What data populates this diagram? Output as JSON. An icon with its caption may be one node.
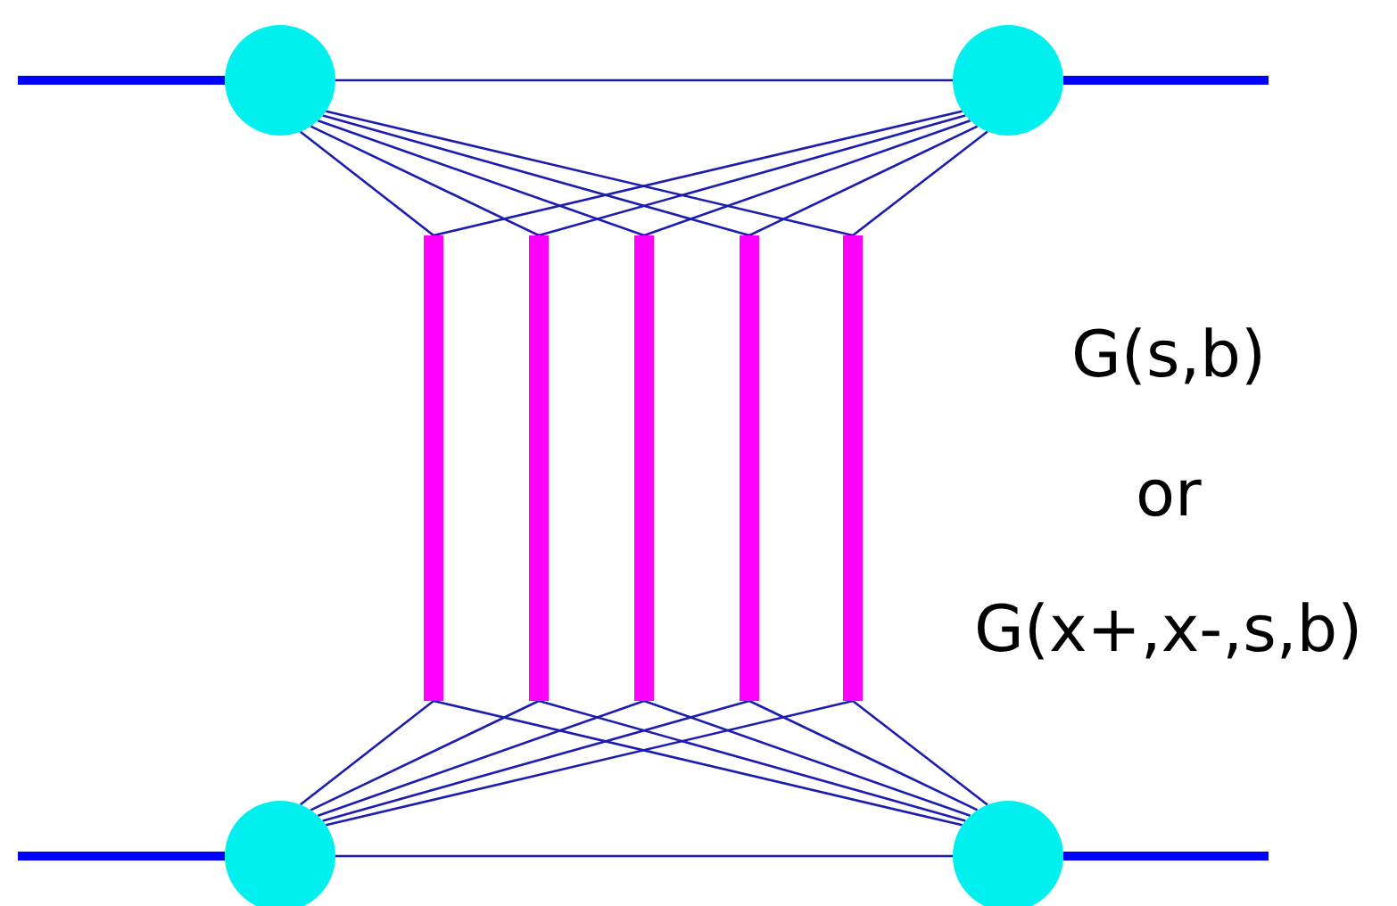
{
  "diagram": {
    "nodes": [
      {
        "text": [],
        "shape": "circle"
      },
      {
        "text": [],
        "shape": "circle"
      },
      {
        "text": [],
        "shape": "bar"
      },
      {
        "text": [],
        "shape": "bar"
      },
      {
        "text": [],
        "shape": "bar"
      },
      {
        "text": [],
        "shape": "bar"
      },
      {
        "text": [],
        "shape": "bar"
      },
      {
        "text": [],
        "shape": "circle"
      },
      {
        "text": [],
        "shape": "circle"
      }
    ],
    "edges": [
      {
        "from": null,
        "to": 0,
        "arrow": "none",
        "style": "thick",
        "color": "#0000ff"
      },
      {
        "from": 1,
        "to": null,
        "arrow": "none",
        "style": "thick",
        "color": "#0000ff"
      },
      {
        "from": null,
        "to": 7,
        "arrow": "none",
        "style": "thick",
        "color": "#0000ff"
      },
      {
        "from": 8,
        "to": null,
        "arrow": "none",
        "style": "thick",
        "color": "#0000ff"
      },
      {
        "from": 0,
        "to": 1,
        "arrow": "none"
      },
      {
        "from": 0,
        "to": 2,
        "arrow": "none"
      },
      {
        "from": 0,
        "to": 3,
        "arrow": "none"
      },
      {
        "from": 0,
        "to": 4,
        "arrow": "none"
      },
      {
        "from": 0,
        "to": 5,
        "arrow": "none"
      },
      {
        "from": 0,
        "to": 6,
        "arrow": "none"
      },
      {
        "from": 1,
        "to": 2,
        "arrow": "none"
      },
      {
        "from": 1,
        "to": 3,
        "arrow": "none"
      },
      {
        "from": 1,
        "to": 4,
        "arrow": "none"
      },
      {
        "from": 1,
        "to": 5,
        "arrow": "none"
      },
      {
        "from": 1,
        "to": 6,
        "arrow": "none"
      },
      {
        "from": 7,
        "to": 8,
        "arrow": "none"
      },
      {
        "from": 7,
        "to": 2,
        "arrow": "none"
      },
      {
        "from": 7,
        "to": 3,
        "arrow": "none"
      },
      {
        "from": 7,
        "to": 4,
        "arrow": "none"
      },
      {
        "from": 7,
        "to": 5,
        "arrow": "none"
      },
      {
        "from": 7,
        "to": 6,
        "arrow": "none"
      },
      {
        "from": 8,
        "to": 2,
        "arrow": "none"
      },
      {
        "from": 8,
        "to": 3,
        "arrow": "none"
      },
      {
        "from": 8,
        "to": 4,
        "arrow": "none"
      },
      {
        "from": 8,
        "to": 5,
        "arrow": "none"
      },
      {
        "from": 8,
        "to": 6,
        "arrow": "none"
      }
    ],
    "labels": [
      "G(s,b)",
      "or",
      "G(x+,x-,s,b)"
    ]
  }
}
